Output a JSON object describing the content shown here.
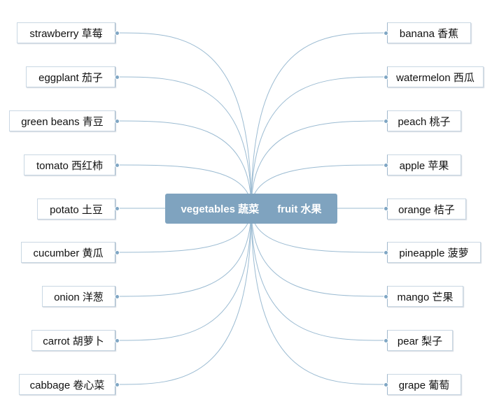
{
  "center": {
    "left_label": "vegetables 蔬菜",
    "right_label": "fruit  水果"
  },
  "vegetables": [
    {
      "label": "strawberry  草莓"
    },
    {
      "label": "eggplant  茄子"
    },
    {
      "label": "green beans  青豆"
    },
    {
      "label": "tomato  西红柿"
    },
    {
      "label": "potato  土豆"
    },
    {
      "label": "cucumber  黄瓜"
    },
    {
      "label": "onion  洋葱"
    },
    {
      "label": "carrot  胡萝卜"
    },
    {
      "label": "cabbage  卷心菜"
    }
  ],
  "fruits": [
    {
      "label": "banana  香蕉"
    },
    {
      "label": "watermelon  西瓜"
    },
    {
      "label": "peach  桃子"
    },
    {
      "label": "apple  苹果"
    },
    {
      "label": "orange  桔子"
    },
    {
      "label": "pineapple  菠萝"
    },
    {
      "label": "mango  芒果"
    },
    {
      "label": "pear  梨子"
    },
    {
      "label": "grape  葡萄"
    }
  ],
  "colors": {
    "connector": "#9bbbd2",
    "center_fill": "#7fa3bf",
    "node_border": "#c9d7e3"
  }
}
